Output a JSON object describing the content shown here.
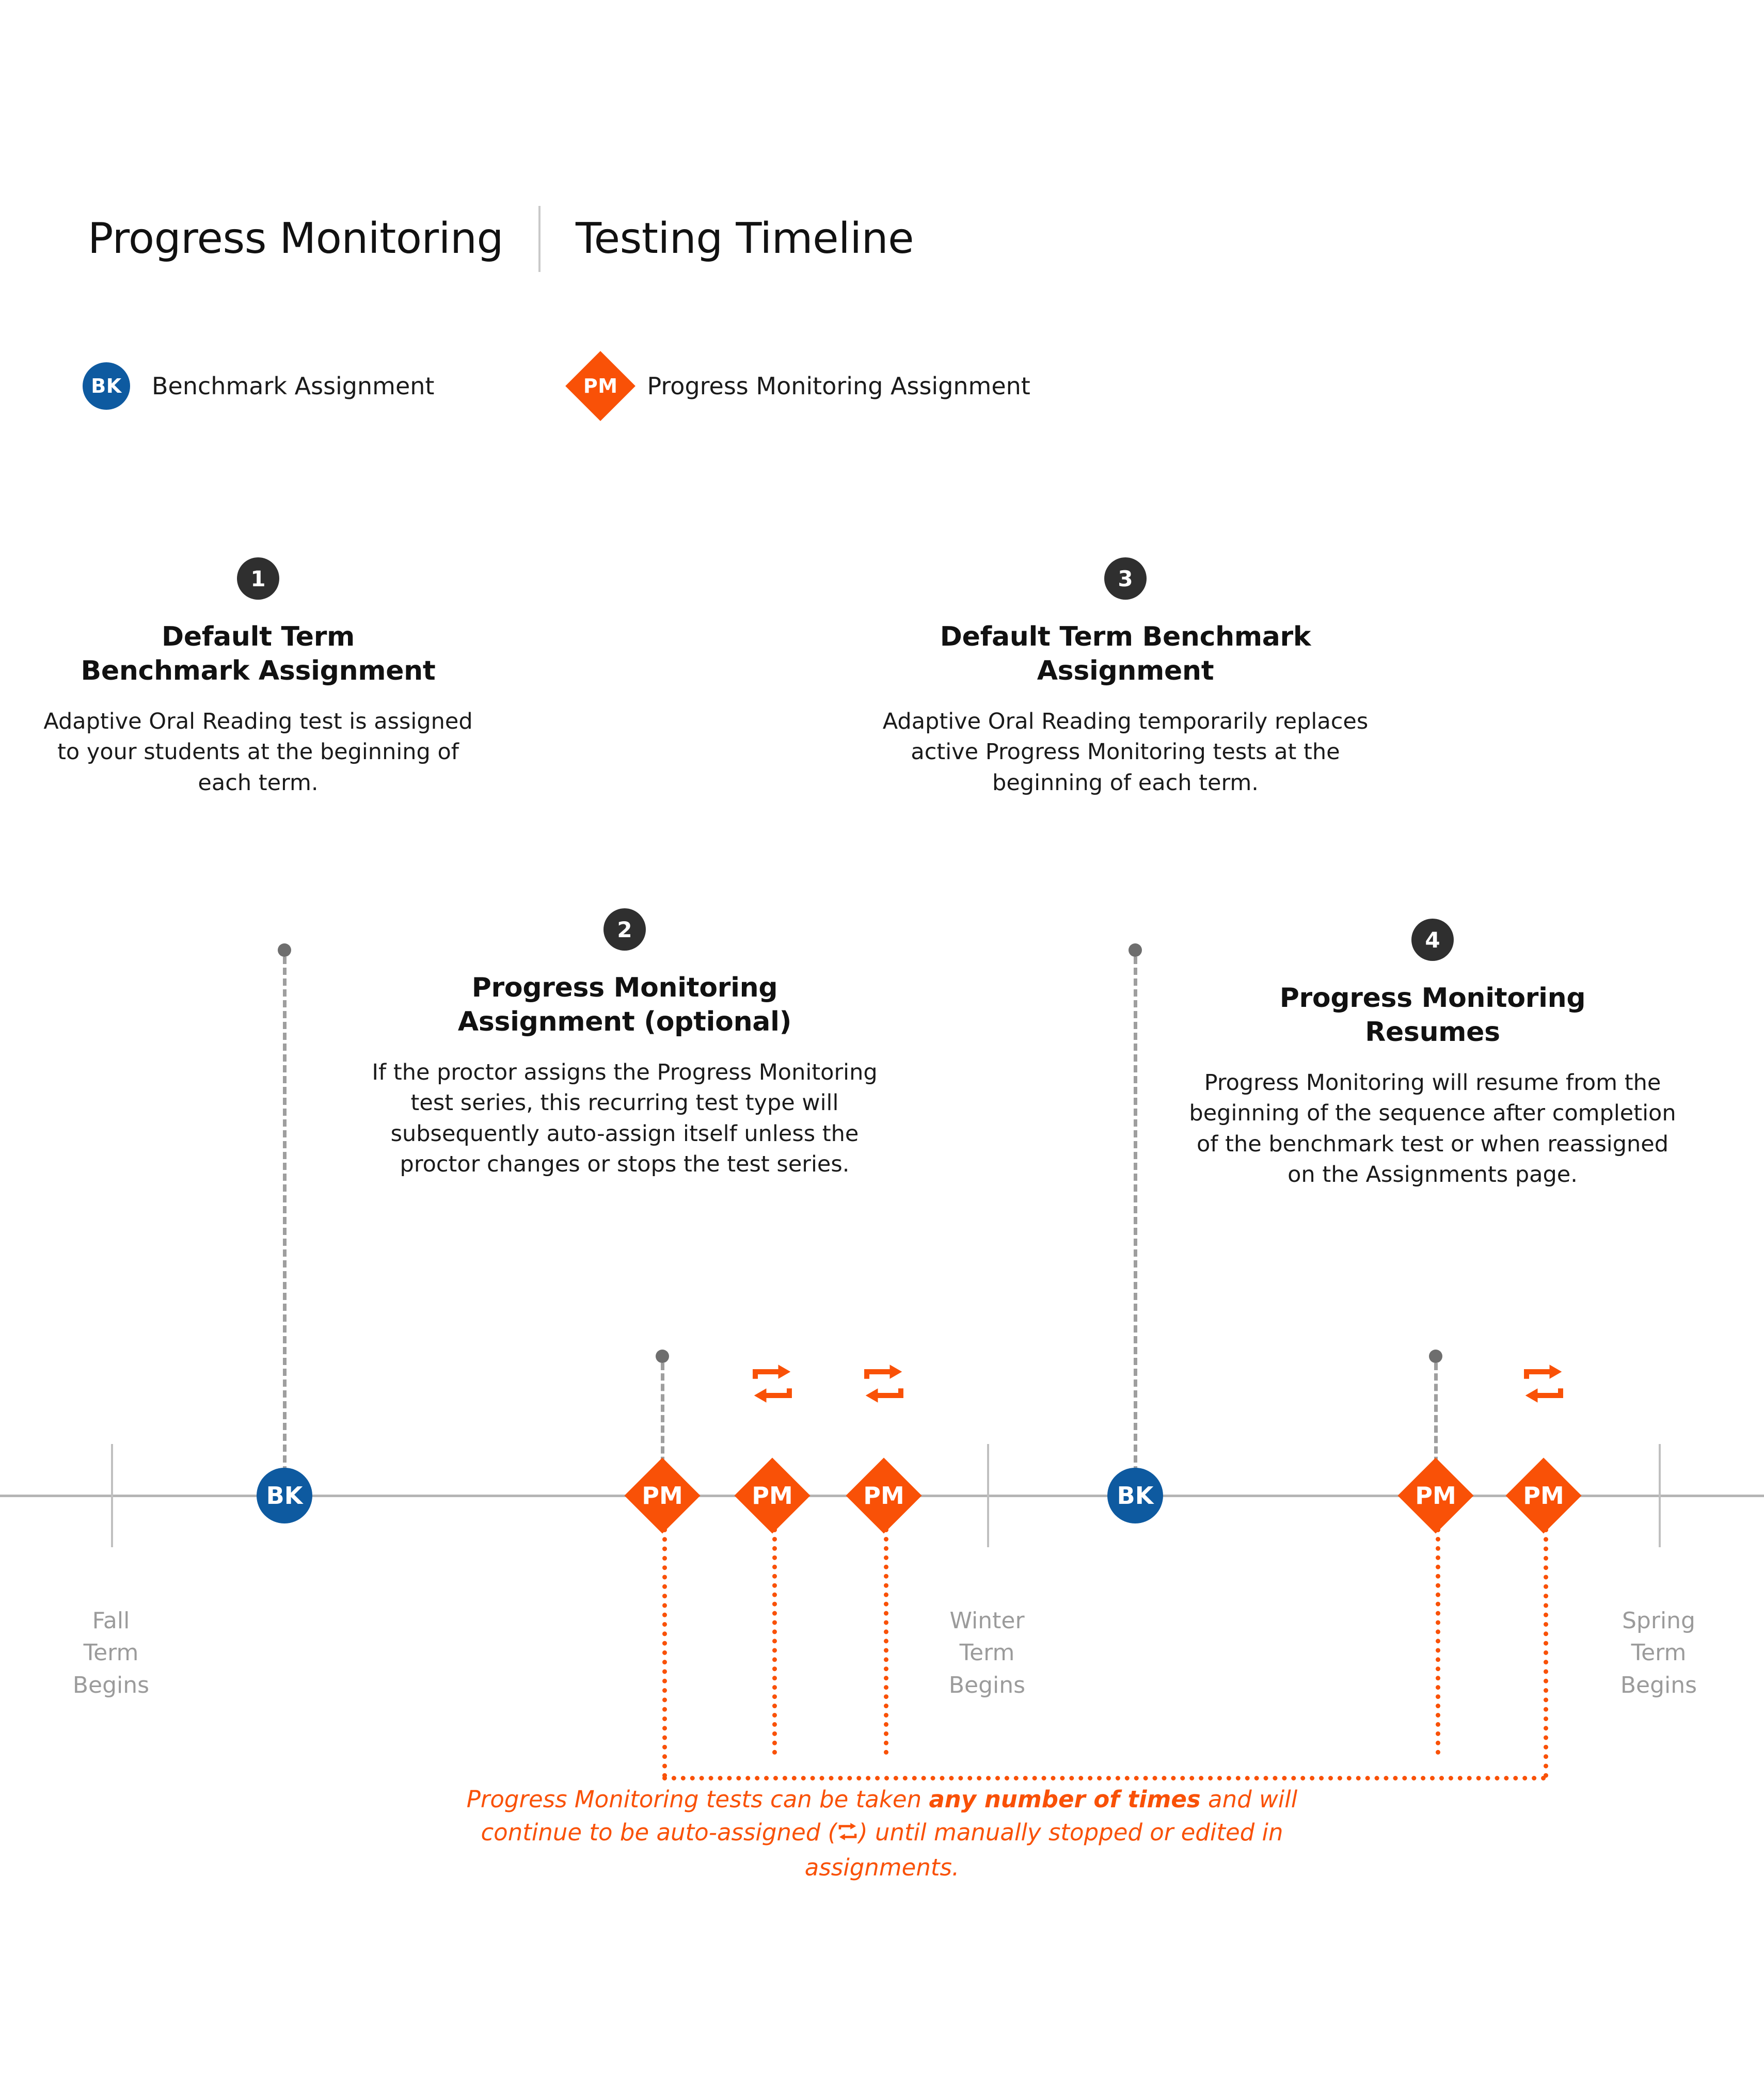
{
  "header": {
    "title_left": "Progress Monitoring",
    "title_right": "Testing Timeline"
  },
  "legend": {
    "items": [
      {
        "badge": "BK",
        "label": "Benchmark Assignment",
        "shape": "circle",
        "color": "#0E5AA0"
      },
      {
        "badge": "PM",
        "label": "Progress Monitoring Assignment",
        "shape": "diamond",
        "color": "#F95107"
      }
    ]
  },
  "steps": [
    {
      "number": "1",
      "title": "Default Term\nBenchmark Assignment",
      "title_line1": "Default Term",
      "title_line2": "Benchmark Assignment",
      "body": "Adaptive Oral Reading test is assigned to your students at the beginning of each term."
    },
    {
      "number": "2",
      "title_line1": "Progress Monitoring",
      "title_line2": "Assignment (optional)",
      "body": "If the proctor assigns the Progress Monitoring test series, this recurring test type will subsequently auto-assign itself unless the proctor changes or stops the test series."
    },
    {
      "number": "3",
      "title_line1": "Default Term Benchmark",
      "title_line2": "Assignment",
      "body": "Adaptive Oral Reading temporarily replaces active Progress Monitoring tests at the beginning of each term."
    },
    {
      "number": "4",
      "title_line1": "Progress Monitoring",
      "title_line2": "Resumes",
      "body": "Progress Monitoring will resume from the beginning of the sequence after completion of the benchmark test or when reassigned on the Assignments page."
    }
  ],
  "timeline": {
    "terms": [
      {
        "label": "Fall\nTerm\nBegins",
        "line1": "Fall",
        "line2": "Term",
        "line3": "Begins"
      },
      {
        "label": "Winter\nTerm\nBegins",
        "line1": "Winter",
        "line2": "Term",
        "line3": "Begins"
      },
      {
        "label": "Spring\nTerm\nBegins",
        "line1": "Spring",
        "line2": "Term",
        "line3": "Begins"
      }
    ],
    "markers": [
      {
        "type": "BK",
        "label": "BK"
      },
      {
        "type": "PM",
        "label": "PM"
      },
      {
        "type": "PM",
        "label": "PM"
      },
      {
        "type": "PM",
        "label": "PM"
      },
      {
        "type": "BK",
        "label": "BK"
      },
      {
        "type": "PM",
        "label": "PM"
      },
      {
        "type": "PM",
        "label": "PM"
      }
    ],
    "repeat_icon_name": "repeat-auto-assign-icon",
    "repeat_icon_count": 3
  },
  "caption": {
    "part1": "Progress Monitoring tests can be taken ",
    "bold1": "any number of times",
    "part2": " and will continue to be auto-assigned (",
    "part3": ") until manually stopped or edited in assignments."
  },
  "colors": {
    "benchmark_blue": "#0E5AA0",
    "progress_orange": "#F95107",
    "step_badge": "#2F2F2F",
    "axis_grey": "#B5B5B5",
    "term_label_grey": "#9B9B9B"
  }
}
